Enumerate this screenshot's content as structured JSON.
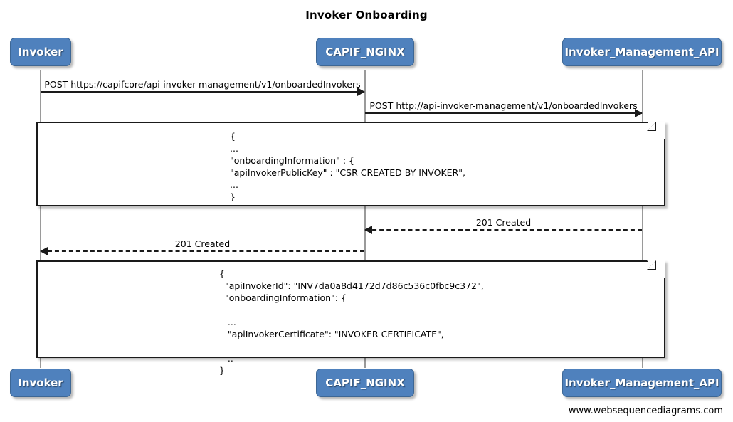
{
  "title": "Invoker Onboarding",
  "footer": "www.websequencediagrams.com",
  "colors": {
    "actor_fill": "#4f81bd",
    "actor_border": "#3d6795",
    "actor_text": "#ffffff",
    "lifeline": "#9a9a9a",
    "line": "#1a1a1a",
    "background": "#ffffff"
  },
  "actors": [
    {
      "id": "invoker",
      "label": "Invoker"
    },
    {
      "id": "capif_nginx",
      "label": "CAPIF_NGINX"
    },
    {
      "id": "invoker_management_api",
      "label": "Invoker_Management_API"
    }
  ],
  "messages": [
    {
      "id": "msg-1",
      "label": "POST https://capifcore/api-invoker-management/v1/onboardedInvokers",
      "from": "invoker",
      "to": "capif_nginx",
      "style": "solid",
      "direction": "right"
    },
    {
      "id": "msg-2",
      "label": "POST http://api-invoker-management/v1/onboardedInvokers",
      "from": "capif_nginx",
      "to": "invoker_management_api",
      "style": "solid",
      "direction": "right"
    },
    {
      "id": "msg-3",
      "label": "201 Created",
      "from": "invoker_management_api",
      "to": "capif_nginx",
      "style": "dashed",
      "direction": "left"
    },
    {
      "id": "msg-4",
      "label": "201 Created",
      "from": "capif_nginx",
      "to": "invoker",
      "style": "dashed",
      "direction": "left"
    }
  ],
  "notes": [
    {
      "id": "note-request",
      "text": "{\n...\n\"onboardingInformation\" : {\n\"apiInvokerPublicKey\" : \"CSR CREATED BY INVOKER\",\n...\n}"
    },
    {
      "id": "note-response",
      "text": "{\n  \"apiInvokerId\": \"INV7da0a8d4172d7d86c536c0fbc9c372\",\n  \"onboardingInformation\": {\n\n   ...\n   \"apiInvokerCertificate\": \"INVOKER CERTIFICATE\",\n\n   ..\n}"
    }
  ]
}
